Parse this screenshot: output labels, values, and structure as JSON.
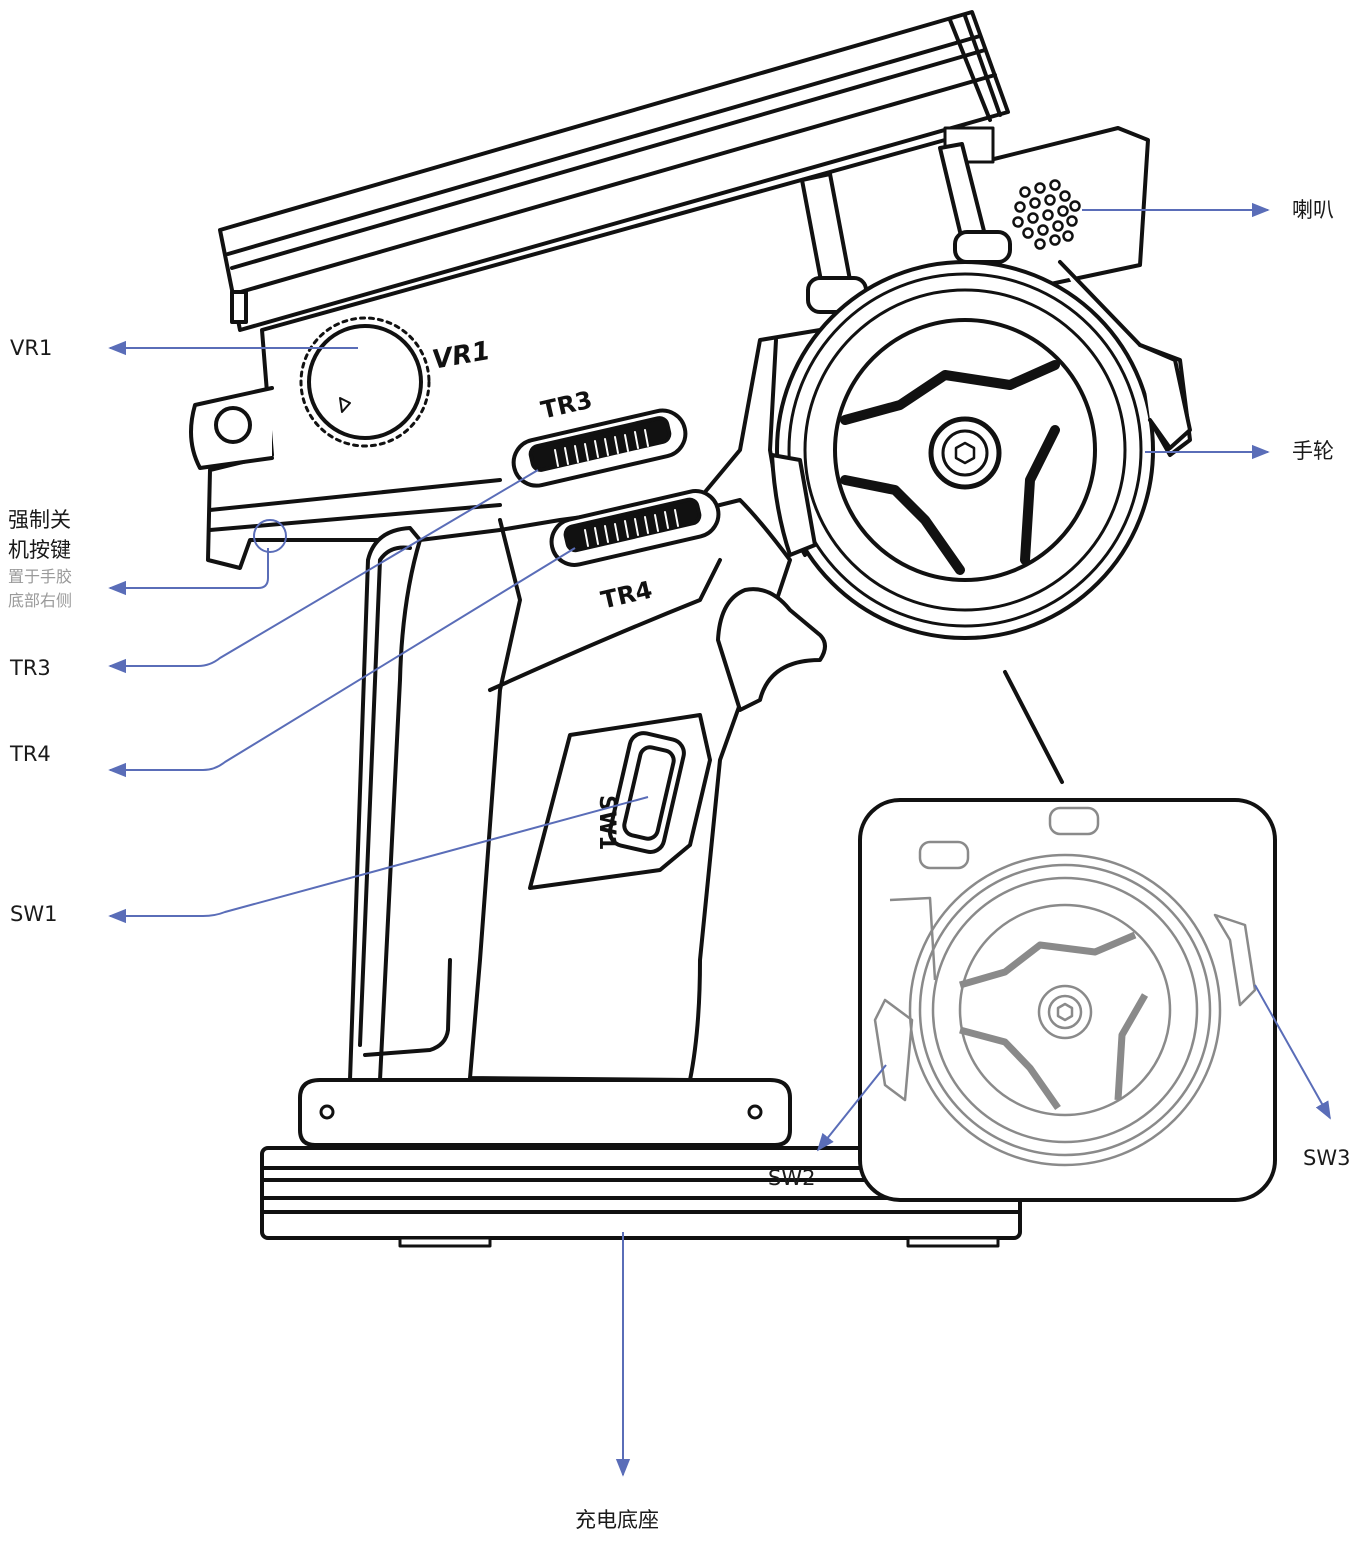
{
  "labels": {
    "vr1": "VR1",
    "force_off_line1": "强制关",
    "force_off_line2": "机按键",
    "force_off_note_line1": "置于手胶",
    "force_off_note_line2": "底部右侧",
    "tr3": "TR3",
    "tr4": "TR4",
    "sw1": "SW1",
    "speaker": "喇叭",
    "wheel": "手轮",
    "sw2": "SW2",
    "sw3": "SW3",
    "charging_base": "充电底座"
  },
  "body_marks": {
    "vr1_mark": "VR1",
    "tr3_mark": "TR3",
    "tr4_mark": "TR4",
    "sw1_mark": "SW1"
  },
  "colors": {
    "outline": "#111111",
    "callout": "#5a6db8",
    "label_text": "#1a1a1a",
    "note_text": "#9a9a9a"
  }
}
